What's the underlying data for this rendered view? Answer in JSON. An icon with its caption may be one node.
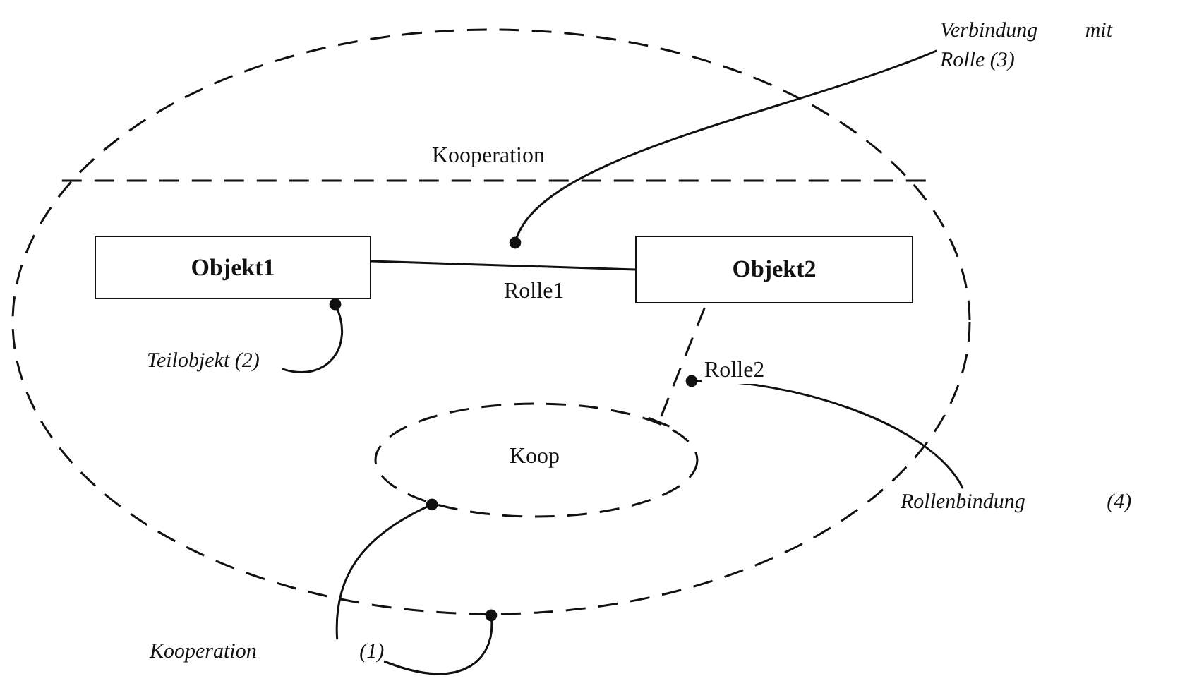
{
  "diagram": {
    "nodes": [
      {
        "text": [
          "Kooperation"
        ]
      },
      {
        "text": [
          "Objekt1"
        ],
        "in": 0
      },
      {
        "text": [
          "Objekt2"
        ],
        "in": 0
      },
      {
        "text": [
          "Koop"
        ],
        "in": 0
      },
      {
        "text": [
          "Teilobjekt (2)"
        ],
        "in": 0
      },
      {
        "text": [
          "Verbindung mit Rolle (3)"
        ]
      },
      {
        "text": [
          "Rollenbindung (4)"
        ]
      },
      {
        "text": [
          "Kooperation (1)"
        ]
      }
    ],
    "edges": [
      {
        "from": 1,
        "to": 2,
        "arrow": "none",
        "label": "Rolle1"
      },
      {
        "from": 2,
        "to": 3,
        "arrow": "other",
        "style": "dashed",
        "label": "Rolle2"
      },
      {
        "from": 4,
        "to": 1,
        "arrow": "other"
      },
      {
        "from": 5,
        "to": null,
        "arrow": "other"
      },
      {
        "from": 6,
        "to": null,
        "arrow": "other"
      },
      {
        "from": 7,
        "to": 3,
        "arrow": "other"
      },
      {
        "from": 7,
        "to": 0,
        "arrow": "other"
      }
    ]
  }
}
